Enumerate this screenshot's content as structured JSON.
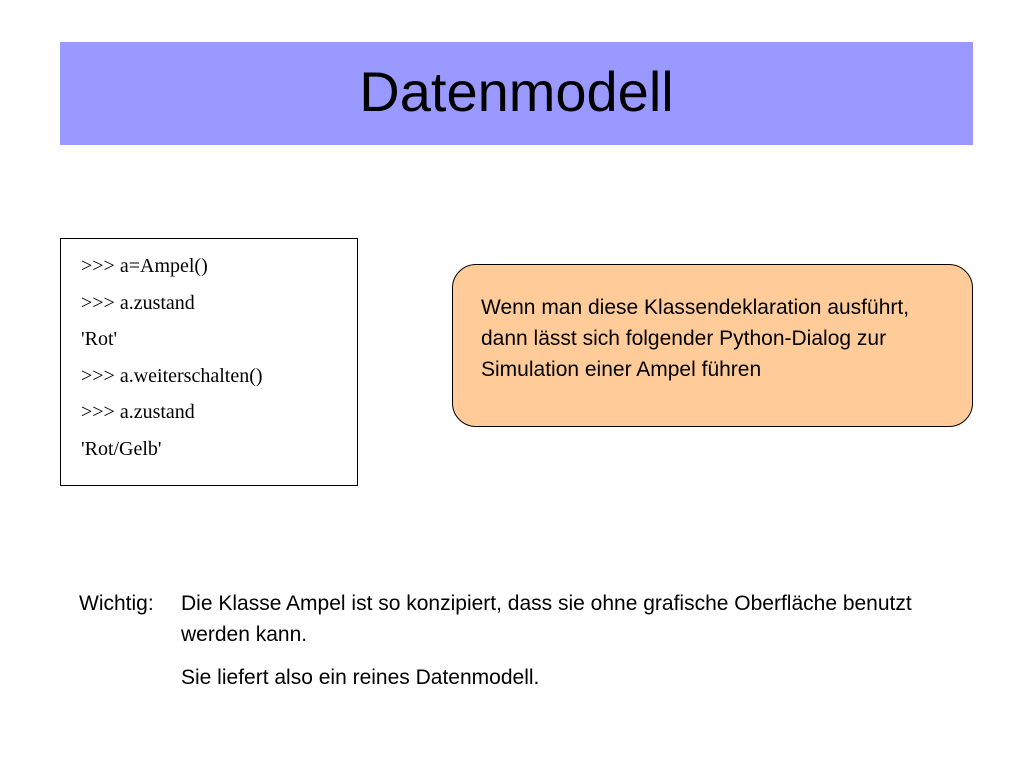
{
  "slide": {
    "title": "Datenmodell"
  },
  "code_box": {
    "lines": [
      ">>> a=Ampel()",
      ">>> a.zustand",
      "'Rot'",
      ">>> a.weiterschalten()",
      ">>> a.zustand",
      "'Rot/Gelb'"
    ]
  },
  "note_box": {
    "text": "Wenn man diese Klassendeklaration ausführt, dann lässt sich folgender Python-Dialog zur Simulation einer Ampel führen"
  },
  "footer": {
    "label": "Wichtig:",
    "paragraph_1": "Die Klasse Ampel ist so konzipiert, dass sie ohne grafische Oberfläche benutzt werden kann.",
    "paragraph_2": "Sie liefert also ein reines Datenmodell."
  },
  "colors": {
    "title_bar": "#9999ff",
    "note_box": "#ffcc99"
  }
}
